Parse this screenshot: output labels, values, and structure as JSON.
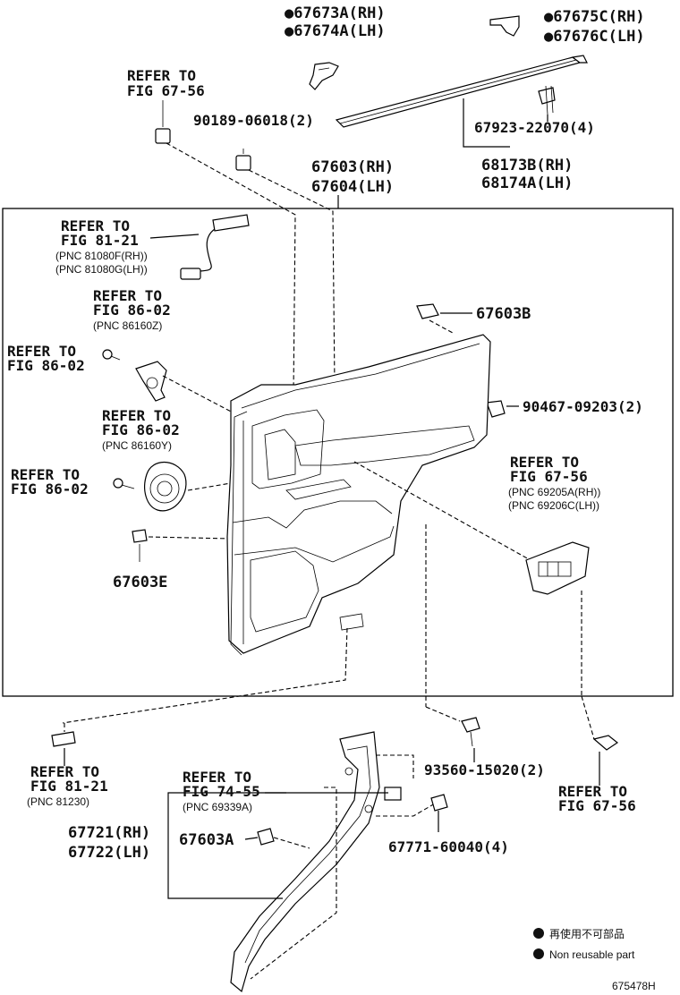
{
  "labels": {
    "p67673a": "●67673A(RH)",
    "p67674a": "●67674A(LH)",
    "p67675c": "●67675C(RH)",
    "p67676c": "●67676C(LH)",
    "refer_6756_top_1": "REFER TO",
    "refer_6756_top_2": "FIG 67-56",
    "p90189": "90189-06018(2)",
    "p67923": "67923-22070(4)",
    "p68173b": "68173B(RH)",
    "p68174a": "68174A(LH)",
    "p67603": "67603(RH)",
    "p67604": "67604(LH)",
    "refer_8121_a_1": "REFER TO",
    "refer_8121_a_2": "FIG 81-21",
    "refer_8121_a_3": "(PNC 81080F(RH))",
    "refer_8121_a_4": "(PNC 81080G(LH))",
    "refer_8602_a_1": "REFER TO",
    "refer_8602_a_2": "FIG 86-02",
    "refer_8602_a_3": "(PNC 86160Z)",
    "refer_8602_b_1": "REFER TO",
    "refer_8602_b_2": "FIG 86-02",
    "refer_8602_c_1": "REFER TO",
    "refer_8602_c_2": "FIG 86-02",
    "refer_8602_c_3": "(PNC 86160Y)",
    "refer_8602_d_1": "REFER TO",
    "refer_8602_d_2": "FIG 86-02",
    "p67603b": "67603B",
    "p90467": "90467-09203(2)",
    "refer_6756_mid_1": "REFER TO",
    "refer_6756_mid_2": "FIG 67-56",
    "refer_6756_mid_3": "(PNC 69205A(RH))",
    "refer_6756_mid_4": "(PNC 69206C(LH))",
    "p67603e": "67603E",
    "refer_8121_b_1": "REFER TO",
    "refer_8121_b_2": "FIG 81-21",
    "refer_8121_b_3": "(PNC 81230)",
    "p93560": "93560-15020(2)",
    "refer_6756_bot_1": "REFER TO",
    "refer_6756_bot_2": "FIG 67-56",
    "refer_7455_1": "REFER TO",
    "refer_7455_2": "FIG 74-55",
    "refer_7455_3": "(PNC 69339A)",
    "p67721": "67721(RH)",
    "p67722": "67722(LH)",
    "p67603a": "67603A",
    "p67771": "67771-60040(4)",
    "legend_cn": "再使用不可部品",
    "legend_en": "Non reusable part",
    "figure_id": "675478H"
  }
}
